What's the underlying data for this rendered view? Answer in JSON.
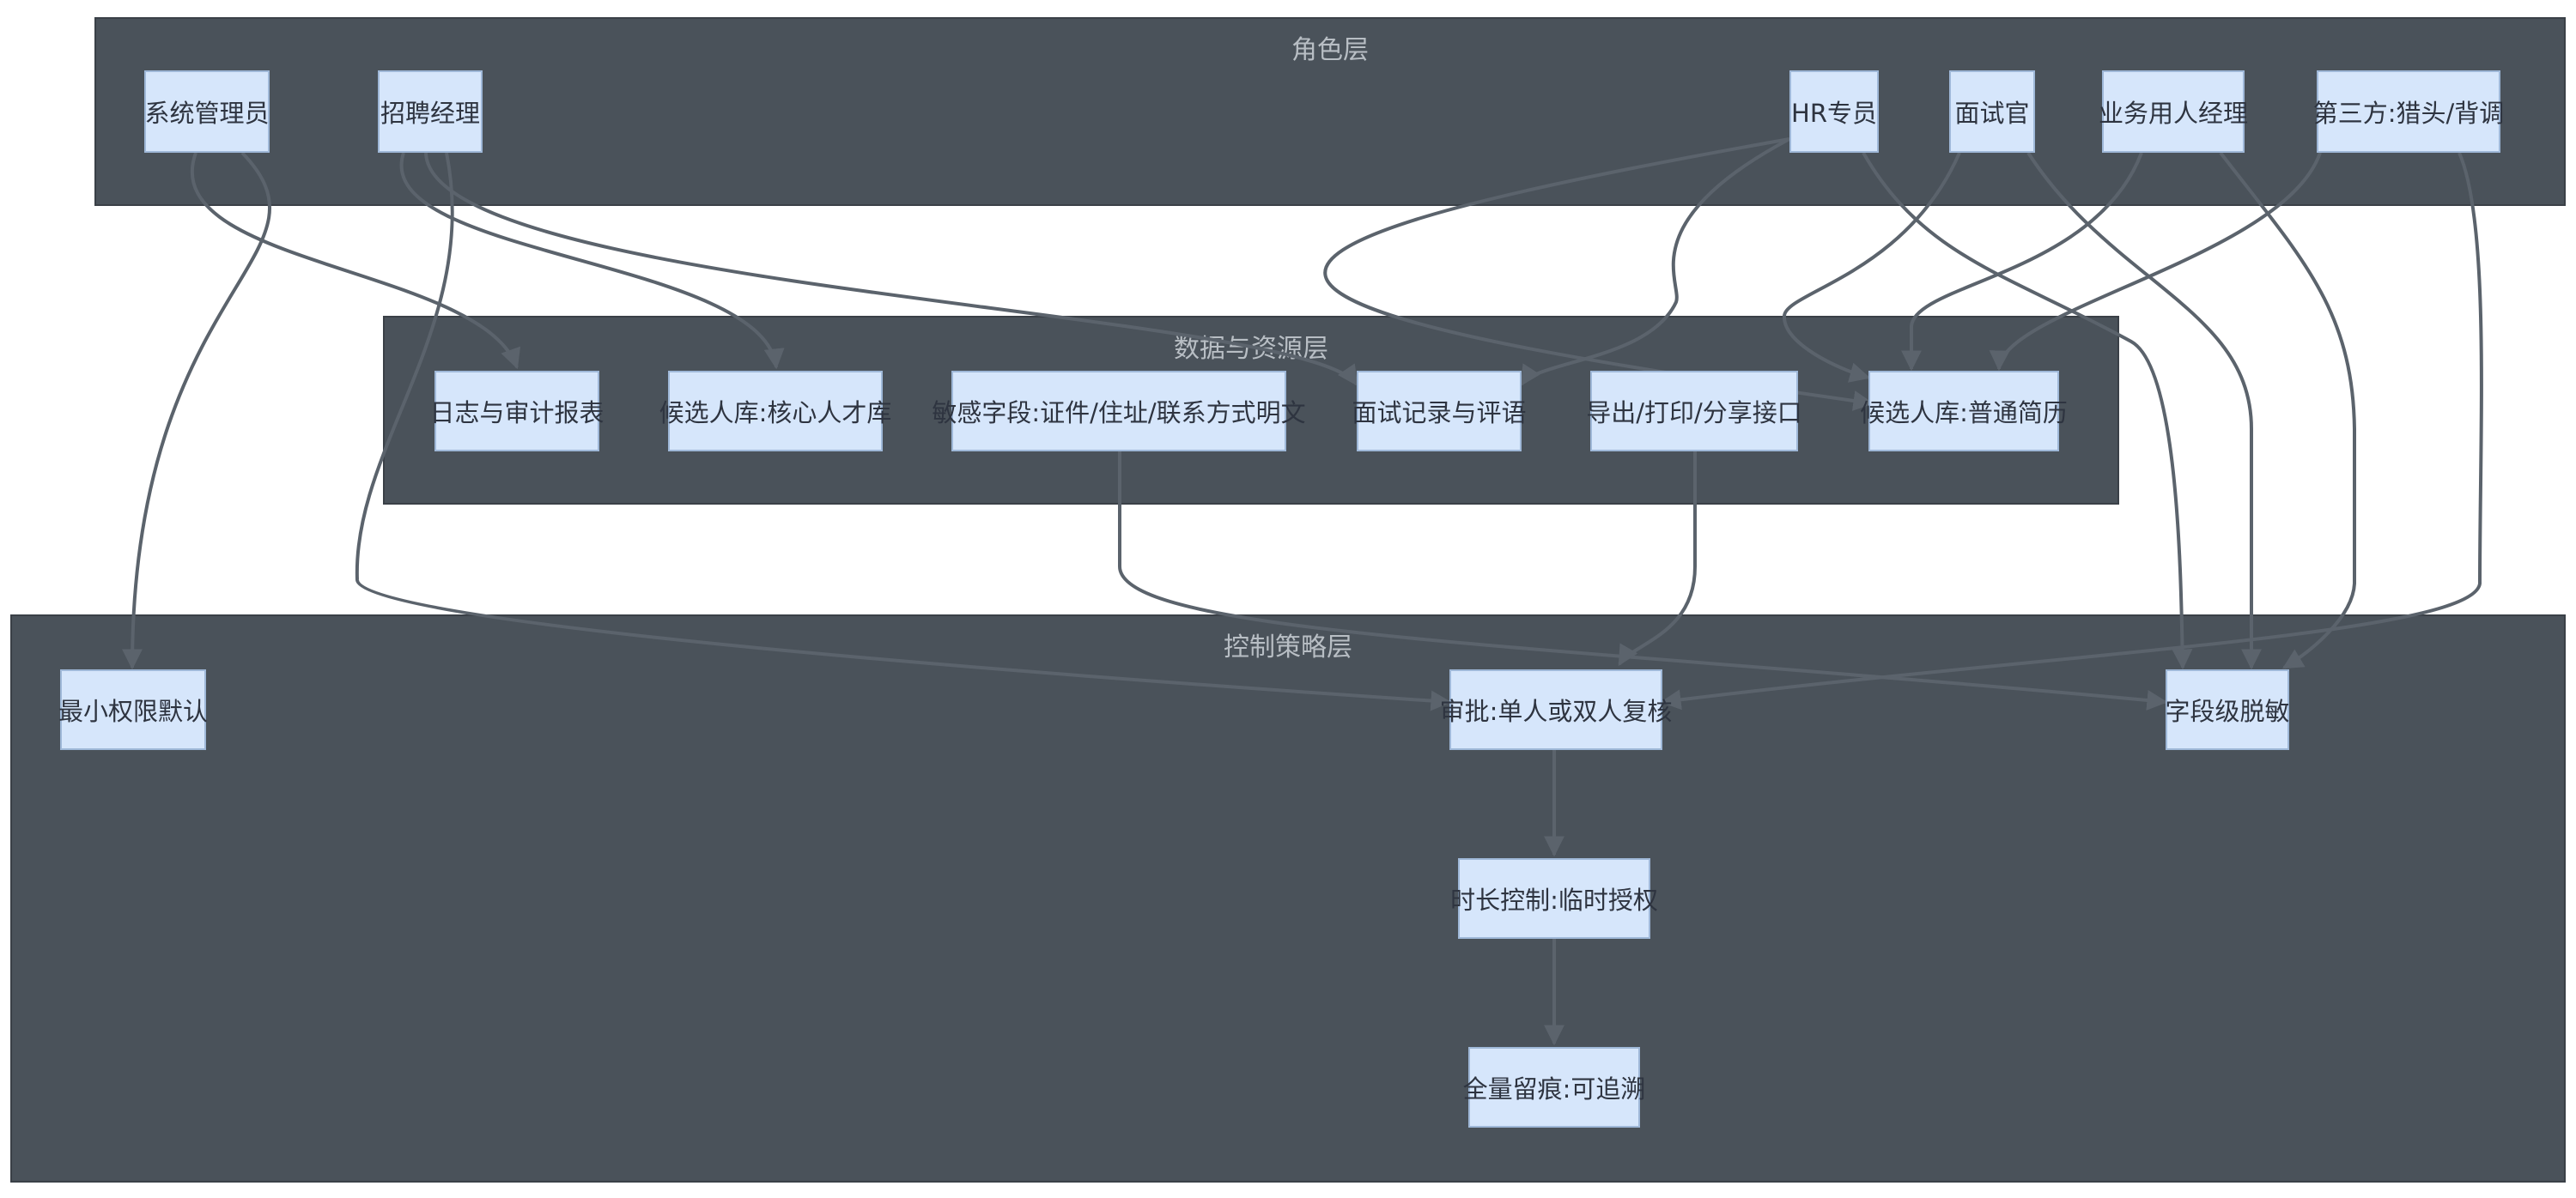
{
  "clusters": {
    "roles": {
      "title": "角色层"
    },
    "data": {
      "title": "数据与资源层"
    },
    "policy": {
      "title": "控制策略层"
    }
  },
  "nodes": {
    "sysadmin": "系统管理员",
    "recruit_mgr": "招聘经理",
    "hr": "HR专员",
    "interviewer": "面试官",
    "biz_mgr": "业务用人经理",
    "third_party": "第三方:猎头/背调",
    "logs": "日志与审计报表",
    "core_pool": "候选人库:核心人才库",
    "sensitive": "敏感字段:证件/住址/联系方式明文",
    "interview_rec": "面试记录与评语",
    "export": "导出/打印/分享接口",
    "normal_pool": "候选人库:普通简历",
    "least_priv": "最小权限默认",
    "approval": "审批:单人或双人复核",
    "masking": "字段级脱敏",
    "time_ctrl": "时长控制:临时授权",
    "audit_trail": "全量留痕:可追溯"
  },
  "colors": {
    "cluster_bg": "#4a525a",
    "node_bg": "#d6e6fb",
    "node_border": "#9fb8d8",
    "edge": "#5b636c",
    "cluster_title": "#b8bec4"
  }
}
